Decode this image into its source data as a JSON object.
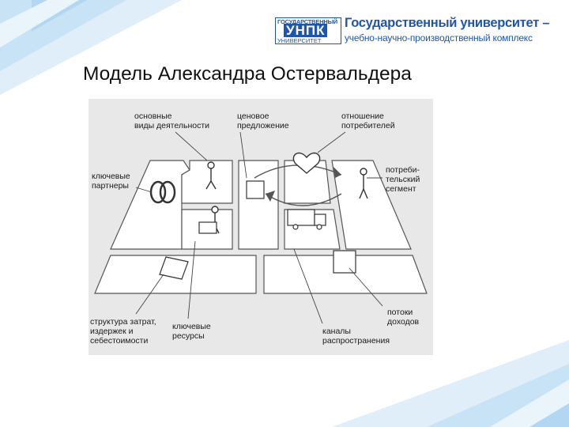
{
  "logo": {
    "emblem_top": "ГОСУДАРСТВЕННЫЙ",
    "emblem_mid": "УНПК",
    "emblem_bottom": "УНИВЕРСИТЕТ",
    "line1": "Государственный университет –",
    "line2": "учебно-научно-производственный комплекс"
  },
  "slide_title": "Модель Александра Остервальдера",
  "diagram": {
    "labels": {
      "key_activities": "основные\nвиды деятельности",
      "value_proposition": "ценовое\nпредложение",
      "customer_relationships": "отношение\nпотребителей",
      "key_partners": "ключевые\nпартнеры",
      "customer_segments": "потреби-\nтельский\nсегмент",
      "cost_structure": "структура затрат,\nиздержек и\nсебестоимости",
      "key_resources": "ключевые\nресурсы",
      "channels": "каналы\nраспространения",
      "revenue_streams": "потоки\nдоходов"
    },
    "colors": {
      "background": "#e8e8e8",
      "block": "#ffffff",
      "outline": "#555555",
      "accent": "#1f56a8"
    }
  }
}
